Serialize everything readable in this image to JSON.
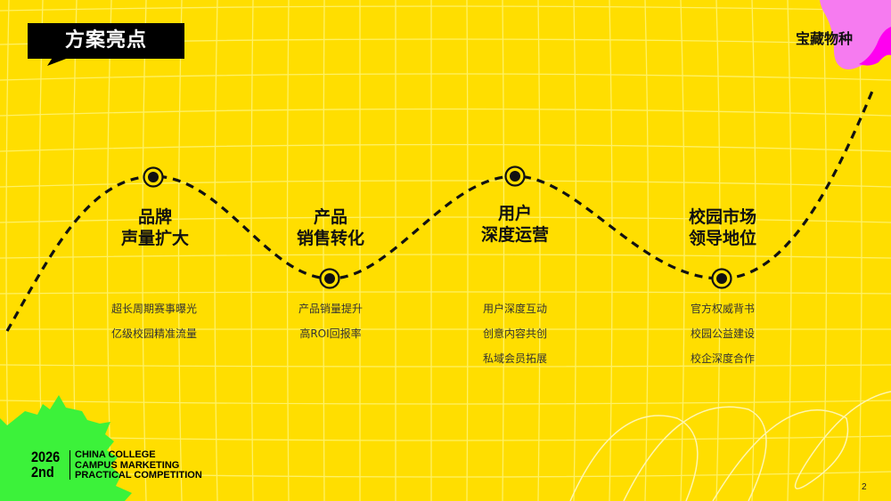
{
  "slide": {
    "title": "方案亮点",
    "brand": "宝藏物种",
    "page_number": "2",
    "colors": {
      "background": "#FFDE00",
      "grid_line": "#FFF36B",
      "title_bg": "#000000",
      "title_text": "#FFFFFF",
      "pink_blob": "#F67BF0",
      "magenta_blob": "#FF00F0",
      "green_burst": "#3CF23A",
      "wave_line": "#111111"
    }
  },
  "stages": [
    {
      "title_line1": "品牌",
      "title_line2": "声量扩大",
      "bullets": [
        "超长周期赛事曝光",
        "亿级校园精准流量"
      ]
    },
    {
      "title_line1": "产品",
      "title_line2": "销售转化",
      "bullets": [
        "产品销量提升",
        "高ROI回报率"
      ]
    },
    {
      "title_line1": "用户",
      "title_line2": "深度运营",
      "bullets": [
        "用户深度互动",
        "创意内容共创",
        "私域会员拓展"
      ]
    },
    {
      "title_line1": "校园市场",
      "title_line2": "领导地位",
      "bullets": [
        "官方权威背书",
        "校园公益建设",
        "校企深度合作"
      ]
    }
  ],
  "footer": {
    "year": "2026",
    "edition": "2nd",
    "line1": "CHINA COLLEGE",
    "line2": "CAMPUS MARKETING",
    "line3": "PRACTICAL COMPETITION"
  }
}
